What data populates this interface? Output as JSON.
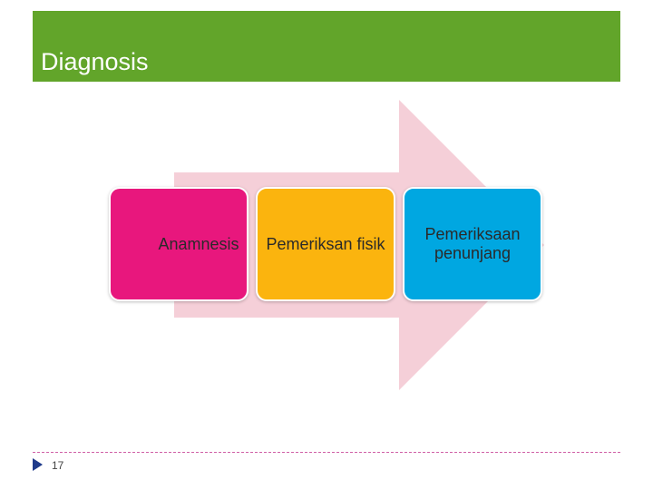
{
  "slide": {
    "title": "Diagnosis",
    "page_number": "17",
    "accent_color": "#62a52a",
    "arrow_color": "#f5cfd8"
  },
  "diagram": {
    "type": "process-arrow",
    "steps": [
      {
        "label": "Anamnesis",
        "color": "#e8177d"
      },
      {
        "label": "Pemeriksan fisik",
        "color": "#fbb40e"
      },
      {
        "label": "Pemeriksaan penunjang",
        "color": "#00a7e1"
      }
    ]
  }
}
